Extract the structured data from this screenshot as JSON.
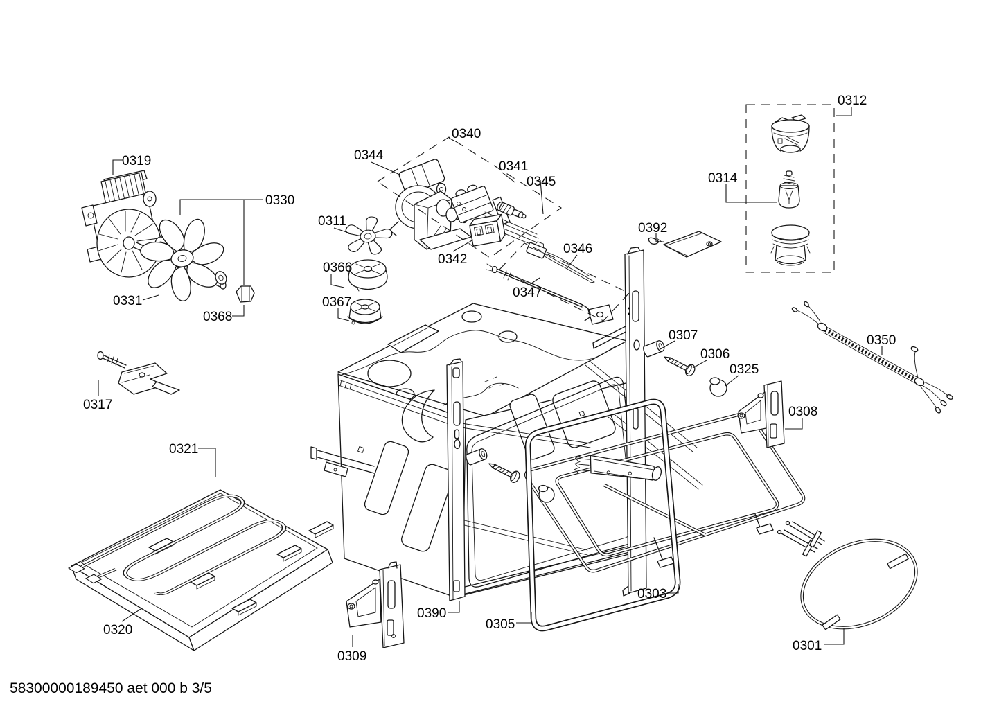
{
  "page": {
    "background": "#ffffff",
    "line_color": "#151515"
  },
  "footer": {
    "document_code": "58300000189450 aet 000 b 3/5"
  },
  "parts": {
    "p0301": "0301",
    "p0303": "0303",
    "p0305": "0305",
    "p0306": "0306",
    "p0307": "0307",
    "p0308": "0308",
    "p0309": "0309",
    "p0311": "0311",
    "p0312": "0312",
    "p0314": "0314",
    "p0317": "0317",
    "p0319": "0319",
    "p0320": "0320",
    "p0321": "0321",
    "p0325": "0325",
    "p0330": "0330",
    "p0331": "0331",
    "p0340": "0340",
    "p0341": "0341",
    "p0342": "0342",
    "p0344": "0344",
    "p0345": "0345",
    "p0346": "0346",
    "p0347": "0347",
    "p0350": "0350",
    "p0366": "0366",
    "p0367": "0367",
    "p0368": "0368",
    "p0390": "0390",
    "p0392": "0392"
  }
}
